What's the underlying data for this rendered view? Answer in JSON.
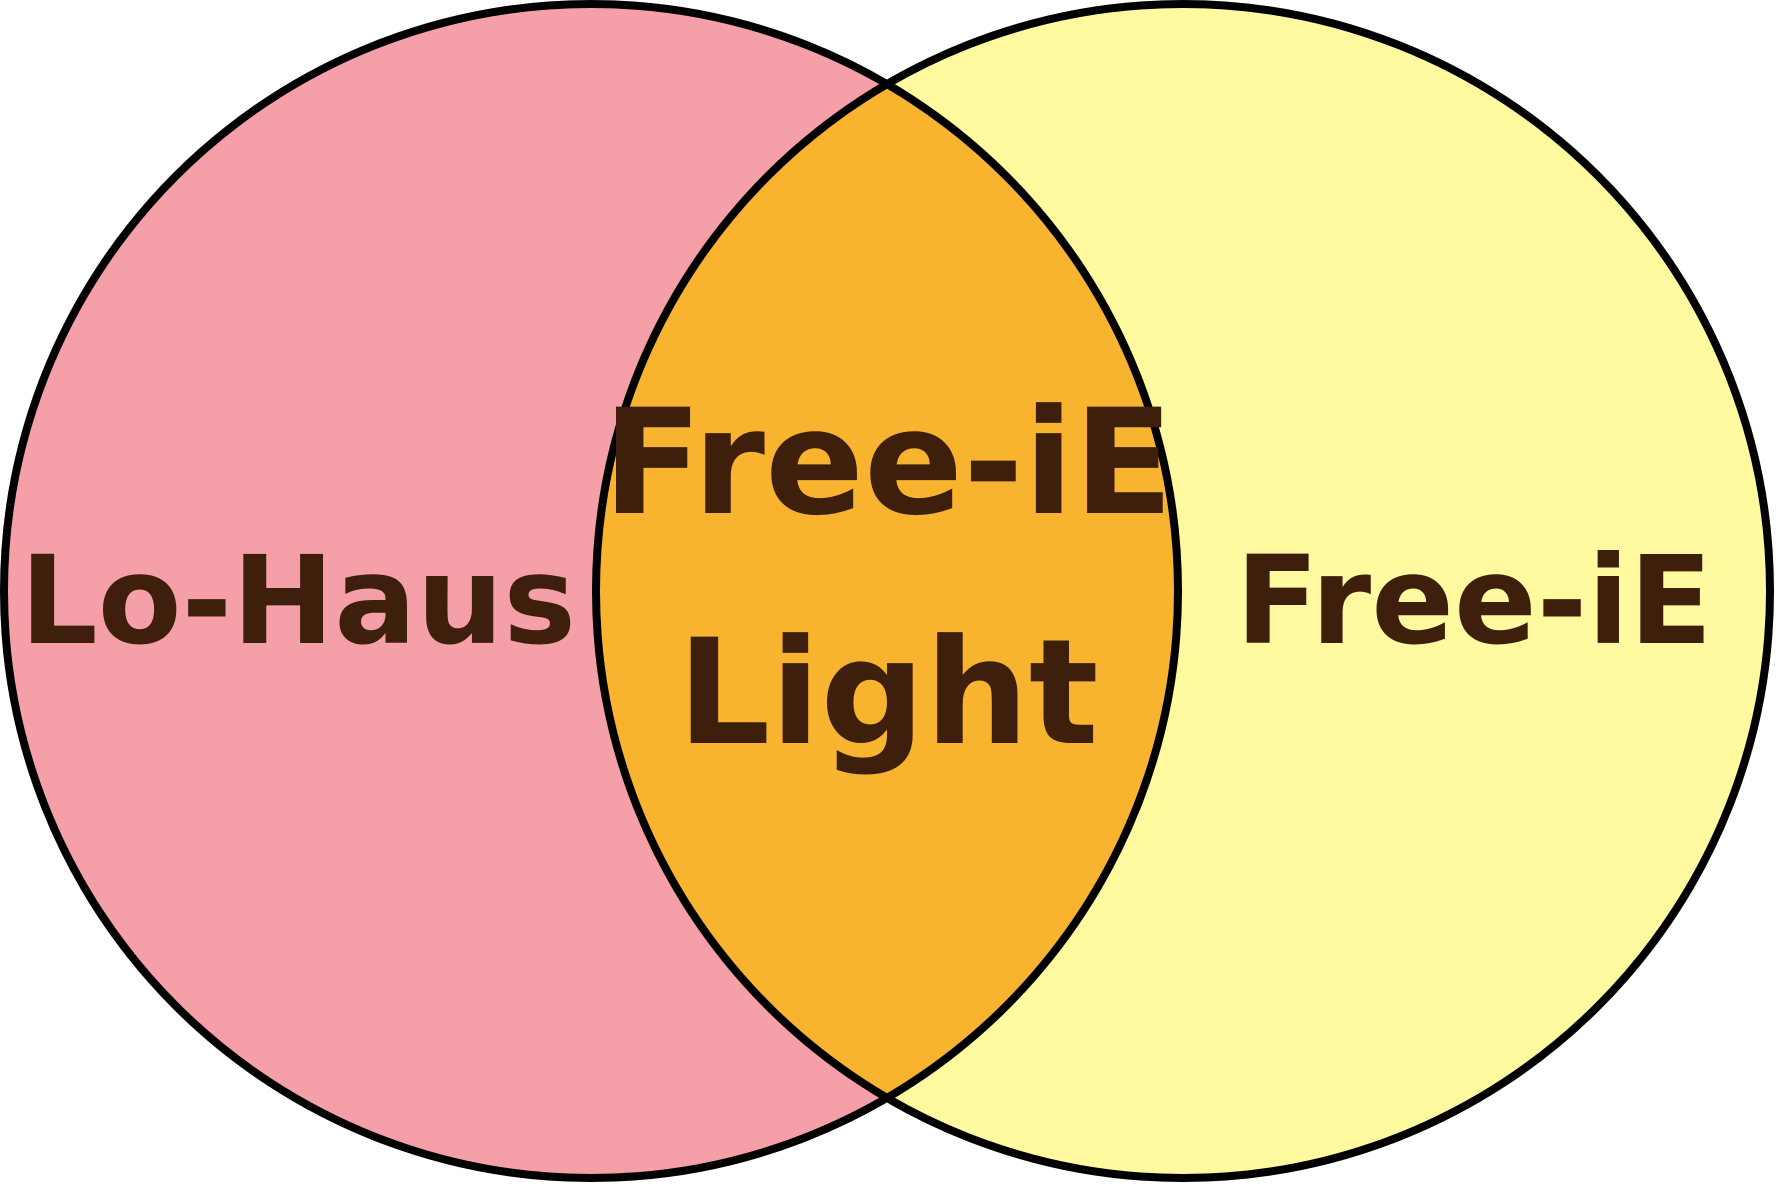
{
  "diagram": {
    "left_label": "Lo-Haus",
    "right_label": "Free-iE",
    "overlap_label_line1": "Free-iE",
    "overlap_label_line2": "Light"
  },
  "colors": {
    "left_fill": "#F5A0A8",
    "right_fill": "#FFF9A0",
    "overlap_fill": "#F8B42E",
    "stroke": "#000000",
    "text": "#3E1F0C"
  }
}
